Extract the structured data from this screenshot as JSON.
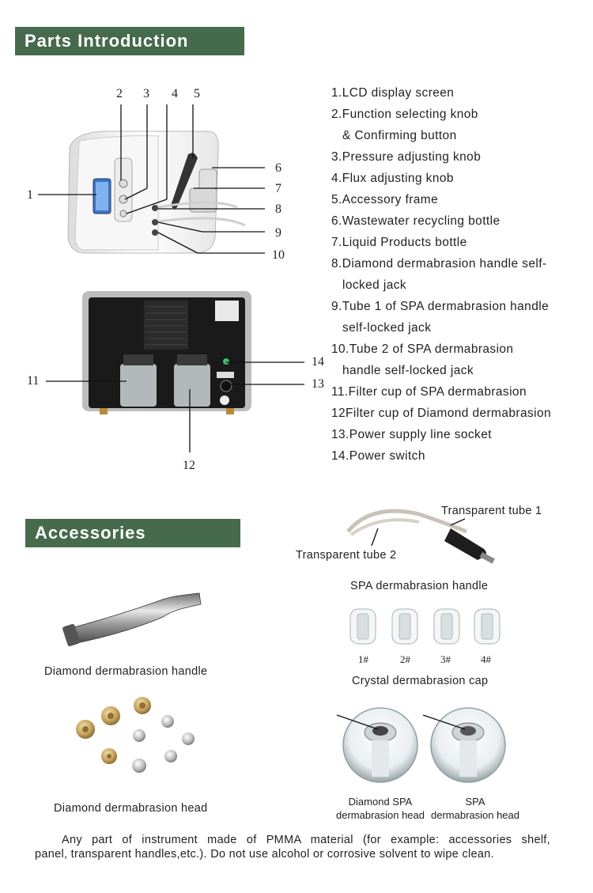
{
  "sections": {
    "parts_title": "Parts Introduction",
    "accessories_title": "Accessories"
  },
  "front_callouts": [
    "1",
    "2",
    "3",
    "4",
    "5",
    "6",
    "7",
    "8",
    "9",
    "10"
  ],
  "back_callouts": [
    "11",
    "12",
    "13",
    "14"
  ],
  "parts_list": [
    {
      "text": "1.LCD display screen",
      "indent": false
    },
    {
      "text": "2.Function selecting knob",
      "indent": false
    },
    {
      "text": "& Confirming button",
      "indent": true
    },
    {
      "text": "3.Pressure adjusting knob",
      "indent": false
    },
    {
      "text": "4.Flux adjusting knob",
      "indent": false
    },
    {
      "text": "5.Accessory frame",
      "indent": false
    },
    {
      "text": "6.Wastewater recycling bottle",
      "indent": false
    },
    {
      "text": "7.Liquid Products bottle",
      "indent": false
    },
    {
      "text": "8.Diamond dermabrasion handle self-",
      "indent": false
    },
    {
      "text": "locked jack",
      "indent": true
    },
    {
      "text": "9.Tube 1 of SPA dermabrasion handle",
      "indent": false
    },
    {
      "text": "self-locked jack",
      "indent": true
    },
    {
      "text": "10.Tube 2 of SPA dermabrasion",
      "indent": false
    },
    {
      "text": "handle self-locked jack",
      "indent": true
    },
    {
      "text": "11.Filter cup of SPA dermabrasion",
      "indent": false
    },
    {
      "text": "12Filter cup of Diamond dermabrasion",
      "indent": false
    },
    {
      "text": "13.Power supply line socket",
      "indent": false
    },
    {
      "text": "14.Power switch",
      "indent": false
    }
  ],
  "accessories": {
    "tube1": "Transparent tube 1",
    "tube2": "Transparent tube 2",
    "spa_handle": "SPA dermabrasion handle",
    "diamond_handle": "Diamond dermabrasion handle",
    "caps": [
      "1#",
      "2#",
      "3#",
      "4#"
    ],
    "crystal_cap": "Crystal dermabrasion cap",
    "diamond_head": "Diamond dermabrasion head",
    "diamond_spa_head_1": "Diamond SPA",
    "diamond_spa_head_2": "dermabrasion head",
    "spa_head_1": "SPA",
    "spa_head_2": "dermabrasion head"
  },
  "note": {
    "line1": "Any part of instrument made of PMMA material (for example: accessories shelf,",
    "line2": "panel, transparent handles,etc.). Do not  use alcohol or corrosive solvent to wipe clean."
  },
  "colors": {
    "banner": "#456a4c",
    "machine_body": "#f2f2f2",
    "back_panel": "#1a1a1a",
    "metal": "#9a9a9a",
    "brass": "#c8a25a"
  }
}
